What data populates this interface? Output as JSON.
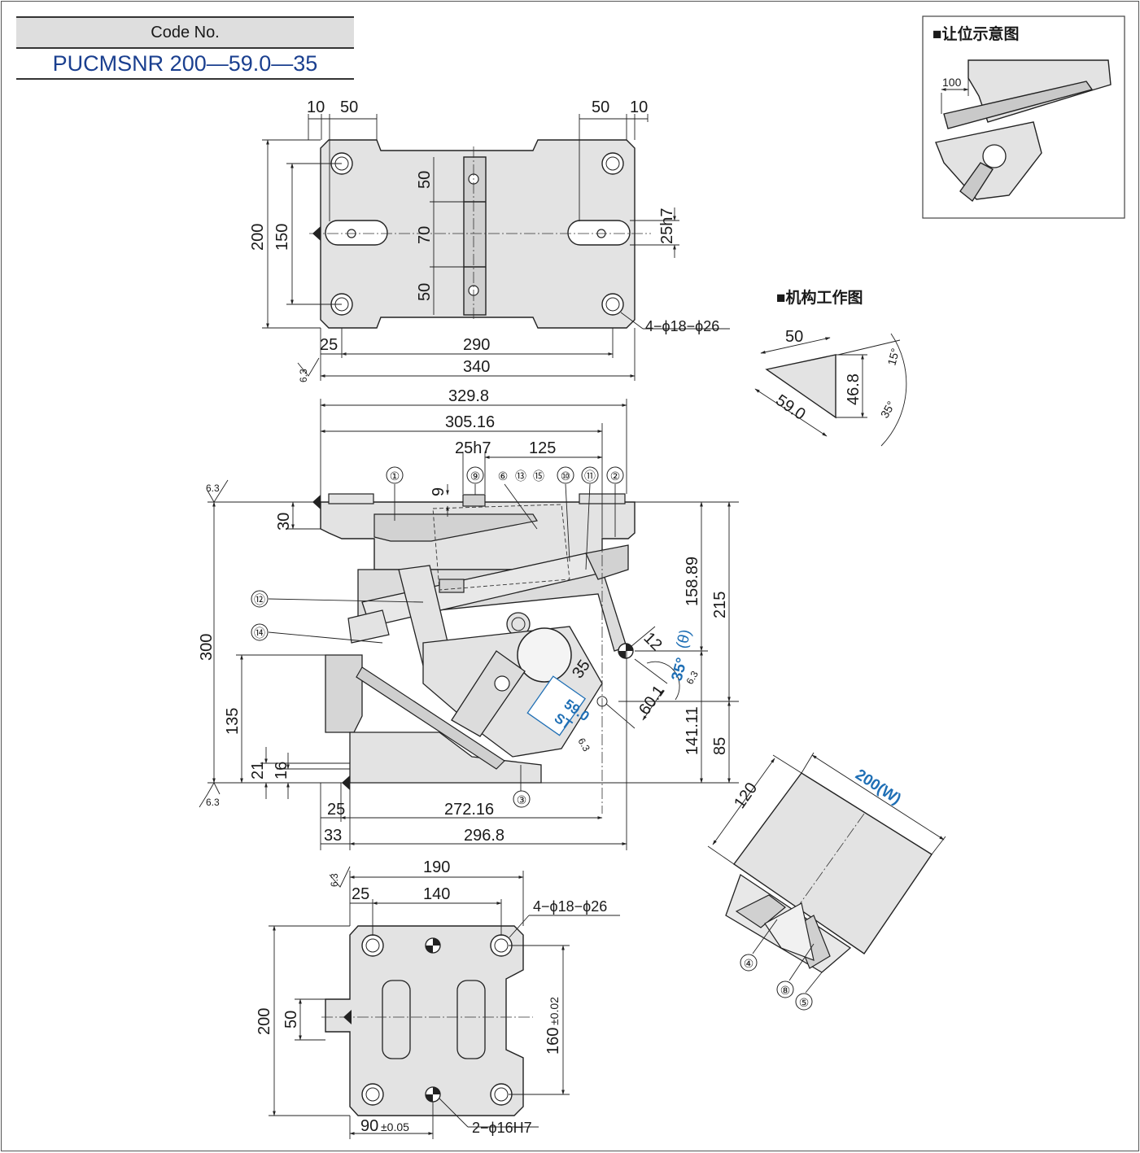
{
  "code_box": {
    "header": "Code No.",
    "value": "PUCMSNR 200—59.0—35"
  },
  "insets": {
    "clearance_title": "■让位示意图",
    "clearance_dim": "100",
    "mechanism_title": "■机构工作图",
    "mech_dims": {
      "top": "50",
      "vertical": "46.8",
      "slant": "59.0",
      "angle_top": "15°",
      "angle_bottom": "35°"
    }
  },
  "top_view": {
    "dims": {
      "d10_left": "10",
      "d50_left": "50",
      "d50_right": "50",
      "d10_right": "10",
      "d200": "200",
      "d150": "150",
      "d50_top": "50",
      "d70": "70",
      "d50_bottom": "50",
      "d25h7": "25h7",
      "d25": "25",
      "d290": "290",
      "d340": "340",
      "holes": "4−ϕ18−ϕ26",
      "rough": "6.3"
    }
  },
  "front_view": {
    "dims": {
      "d329_8": "329.8",
      "d305_16": "305.16",
      "d25h7": "25h7",
      "d125": "125",
      "d9": "9",
      "d30": "30",
      "d300": "300",
      "d135": "135",
      "d21": "21",
      "d16": "16",
      "d158_89": "158.89",
      "d215": "215",
      "d141_11": "141.11",
      "d85": "85",
      "d12": "12",
      "d35": "35",
      "d60_1": "60.1",
      "angle": "35°",
      "theta": "(θ)",
      "st_value": "59.0",
      "st_label": "ST",
      "d25": "25",
      "d272_16": "272.16",
      "d33": "33",
      "d296_8": "296.8",
      "rough_top": "6.3",
      "rough_bottom": "6.3",
      "rough_mid": "6.3",
      "rough_side": "6.3"
    },
    "callouts": [
      "①",
      "②",
      "③",
      "⑥",
      "⑬",
      "⑮",
      "⑨",
      "⑩",
      "⑪",
      "⑫",
      "⑭"
    ]
  },
  "bottom_view": {
    "dims": {
      "d190": "190",
      "d25": "25",
      "d140": "140",
      "holes": "4−ϕ18−ϕ26",
      "d200": "200",
      "d50": "50",
      "d160": "160",
      "d160_tol": "±0.02",
      "d90": "90",
      "d90_tol": "±0.05",
      "pins": "2−ϕ16H7",
      "rough": "6.3"
    }
  },
  "iso_view": {
    "dims": {
      "d120": "120",
      "width": "200(W)"
    },
    "callouts": [
      "④",
      "⑧",
      "⑤"
    ]
  }
}
